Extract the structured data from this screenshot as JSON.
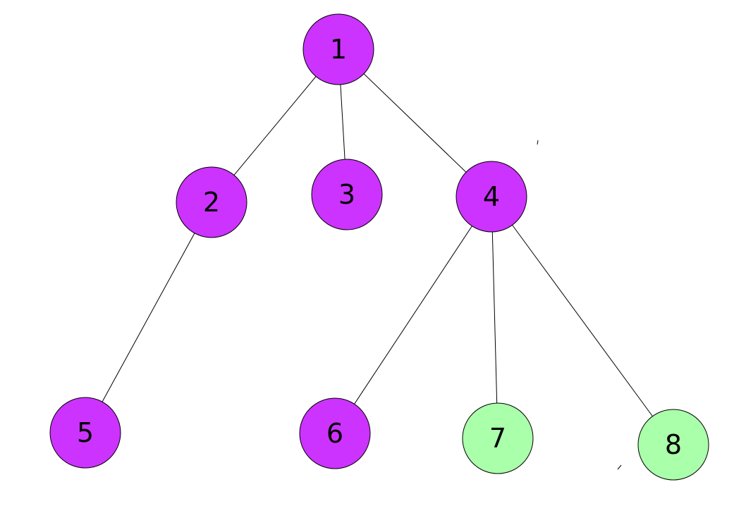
{
  "colors": {
    "purple": "#cc33ff",
    "green": "#aaffaa",
    "stroke": "#000000",
    "background": "#ffffff"
  },
  "nodes": [
    {
      "id": "1",
      "label": "1",
      "color": "purple"
    },
    {
      "id": "2",
      "label": "2",
      "color": "purple"
    },
    {
      "id": "3",
      "label": "3",
      "color": "purple"
    },
    {
      "id": "4",
      "label": "4",
      "color": "purple"
    },
    {
      "id": "5",
      "label": "5",
      "color": "purple"
    },
    {
      "id": "6",
      "label": "6",
      "color": "purple"
    },
    {
      "id": "7",
      "label": "7",
      "color": "green"
    },
    {
      "id": "8",
      "label": "8",
      "color": "green"
    }
  ],
  "edges": [
    {
      "from": "1",
      "to": "2"
    },
    {
      "from": "1",
      "to": "3"
    },
    {
      "from": "1",
      "to": "4"
    },
    {
      "from": "2",
      "to": "5"
    },
    {
      "from": "4",
      "to": "6"
    },
    {
      "from": "4",
      "to": "7"
    },
    {
      "from": "4",
      "to": "8"
    }
  ]
}
